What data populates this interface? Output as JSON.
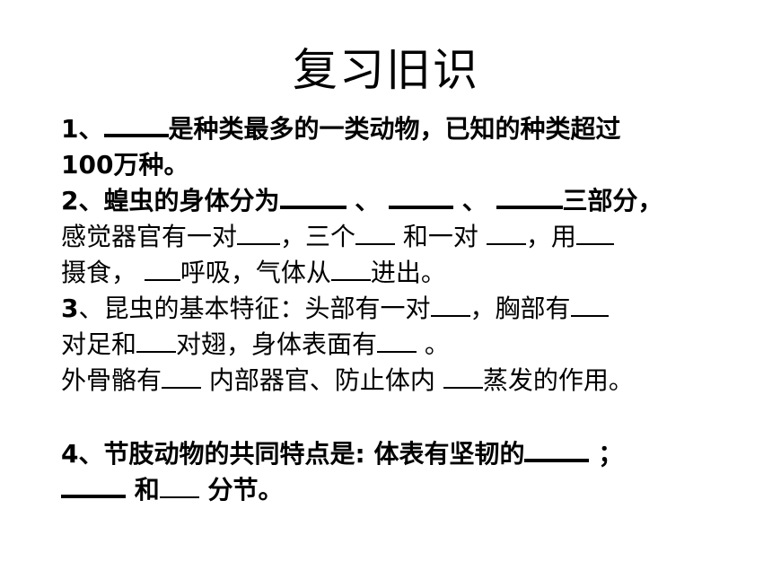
{
  "title": "复习旧识",
  "q1": {
    "num": "1",
    "sep": "、",
    "text_a": "是种类最多的一类动物，已知的种类超过",
    "text_b_num": "100",
    "text_b": "万种。"
  },
  "q2": {
    "num": "2",
    "sep": "、",
    "text_a": "蝗虫的身体分为",
    "sep_a": " 、 ",
    "sep_b": " 、 ",
    "text_b": "三部分，",
    "text_c": "感觉器官有一对",
    "text_d": "，三个",
    "text_e": " 和一对 ",
    "text_f": "，用",
    "text_g": "摄食，  ",
    "text_h": "呼吸，气体从",
    "text_i": "进出。"
  },
  "q3": {
    "num": "3",
    "sep": "、",
    "text_a": "昆虫的基本特征：头部有一对",
    "text_b": "，胸部有",
    "text_c": "对足和",
    "text_d": "对翅，身体表面有",
    "text_e": " 。",
    "text_f": "外骨骼有",
    "text_g": " 内部器官、防止体内 ",
    "text_h": "蒸发的作用。"
  },
  "q4": {
    "num": "4",
    "sep": "、",
    "text_a": "节肢动物的共同特点是",
    "colon": ":",
    "text_b": " 体表有坚韧的",
    "text_c": " ；",
    "text_d": " 和",
    "text_e": " 分节。"
  }
}
